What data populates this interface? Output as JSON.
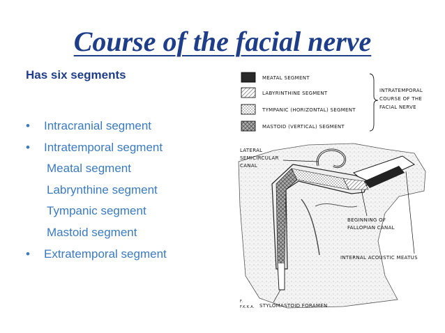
{
  "slide": {
    "title": "Course of the facial nerve",
    "subtitle": "Has six segments",
    "bullets": [
      {
        "text": "Intracranial segment",
        "level": 0
      },
      {
        "text": "Intratemporal  segment",
        "level": 0
      },
      {
        "text": "Meatal segment",
        "level": 1
      },
      {
        "text": "Labrynthine segment",
        "level": 1
      },
      {
        "text": "Tympanic segment",
        "level": 1
      },
      {
        "text": "Mastoid segment",
        "level": 1
      },
      {
        "text": "Extratemporal segment",
        "level": 0
      }
    ],
    "bullet_symbol": "•",
    "colors": {
      "title": "#1f3e8a",
      "subtitle": "#1f3e8a",
      "bullets": "#3a7ac0"
    }
  },
  "figure": {
    "legend": [
      "MEATAL SEGMENT",
      "LABYRINTHINE SEGMENT",
      "TYMPANIC (HORIZONTAL) SEGMENT",
      "MASTOID (VERTICAL) SEGMENT"
    ],
    "bracket_label": [
      "INTRATEMPORAL",
      "COURSE OF THE",
      "FACIAL NERVE"
    ],
    "lateral_label": [
      "LATERAL",
      "SEMICIRCULAR",
      "CANAL"
    ],
    "fallopian_label": [
      "BEGINNING OF",
      "FALLOPIAN CANAL"
    ],
    "meatus_label": "INTERNAL ACOUSTIC MEATUS",
    "foramen_label": "STYLOMASTOID FORAMEN",
    "signature": [
      "F.",
      "F.K.K.A."
    ]
  }
}
